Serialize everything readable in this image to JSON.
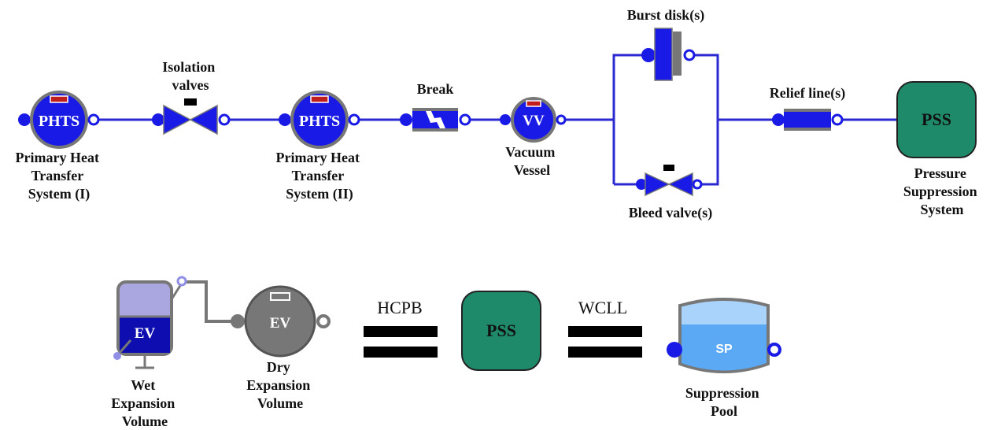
{
  "colors": {
    "line": "#2a2ad0",
    "port": "#1a1ae6",
    "pss": "#1f8a6a",
    "grey": "#777777",
    "ev_fill": "#0d0db0",
    "ev_top": "#a9a6e0",
    "sp_water": "#5ba9f5",
    "sp_top": "#a9d3fb",
    "indicator": "#c21d1d"
  },
  "components": {
    "phts1": {
      "icon": "PHTS",
      "label": [
        "Primary Heat",
        "Transfer",
        "System (I)"
      ]
    },
    "isolation": {
      "label": [
        "Isolation",
        "valves"
      ]
    },
    "phts2": {
      "icon": "PHTS",
      "label": [
        "Primary Heat",
        "Transfer",
        "System (II)"
      ]
    },
    "break": {
      "label": "Break"
    },
    "vv": {
      "icon": "VV",
      "label": [
        "Vacuum",
        "Vessel"
      ]
    },
    "burst": {
      "label": "Burst disk(s)"
    },
    "bleed": {
      "label": "Bleed valve(s)"
    },
    "relief": {
      "label": "Relief line(s)"
    },
    "pss_main": {
      "icon": "PSS",
      "label": [
        "Pressure",
        "Suppression",
        "System"
      ]
    }
  },
  "legend": {
    "wet_ev": {
      "icon": "EV",
      "label": [
        "Wet",
        "Expansion",
        "Volume"
      ]
    },
    "dry_ev": {
      "icon": "EV",
      "label": [
        "Dry",
        "Expansion",
        "Volume"
      ]
    },
    "hcpb": "HCPB",
    "pss": {
      "icon": "PSS"
    },
    "wcll": "WCLL",
    "sp": {
      "icon": "SP",
      "label": [
        "Suppression",
        "Pool"
      ]
    }
  }
}
